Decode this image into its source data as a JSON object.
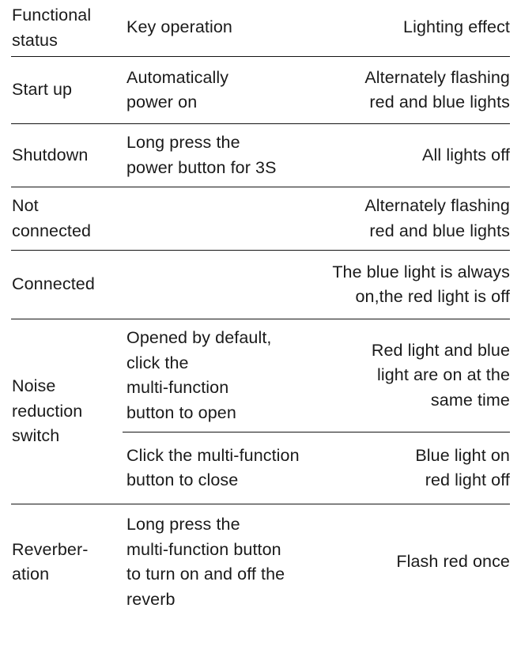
{
  "table": {
    "columns": [
      "Functional status",
      "Key operation",
      "Lighting effect"
    ],
    "header": {
      "functional_status": "Functional\nstatus",
      "key_operation": "Key operation",
      "lighting_effect": "Lighting effect"
    },
    "rows": [
      {
        "functional_status": "Start up",
        "entries": [
          {
            "key_operation": "Automatically\npower on",
            "lighting_effect": "Alternately flashing\nred and blue lights"
          }
        ]
      },
      {
        "functional_status": "Shutdown",
        "entries": [
          {
            "key_operation": "Long press the\npower button for 3S",
            "lighting_effect": "All lights off"
          }
        ]
      },
      {
        "functional_status": "Not\nconnected",
        "entries": [
          {
            "key_operation": "",
            "lighting_effect": "Alternately flashing\nred and blue lights"
          }
        ]
      },
      {
        "functional_status": "Connected",
        "entries": [
          {
            "key_operation": "",
            "lighting_effect": "The blue light is always\non,the red light is off"
          }
        ]
      },
      {
        "functional_status": "Noise\nreduction\nswitch",
        "entries": [
          {
            "key_operation": "Opened by default,\nclick the\nmulti-function\nbutton to open",
            "lighting_effect": "Red light and blue\nlight are on at the\nsame time"
          },
          {
            "key_operation": "Click the multi-function\nbutton to close",
            "lighting_effect": "Blue light on\nred light off"
          }
        ]
      },
      {
        "functional_status": "Reverber-\nation",
        "entries": [
          {
            "key_operation": "Long press the\nmulti-function button\nto turn on and off the\nreverb",
            "lighting_effect": "Flash red once"
          }
        ]
      }
    ]
  },
  "colors": {
    "text": "#1a1a1a",
    "rule": "#141414",
    "background": "#ffffff"
  }
}
